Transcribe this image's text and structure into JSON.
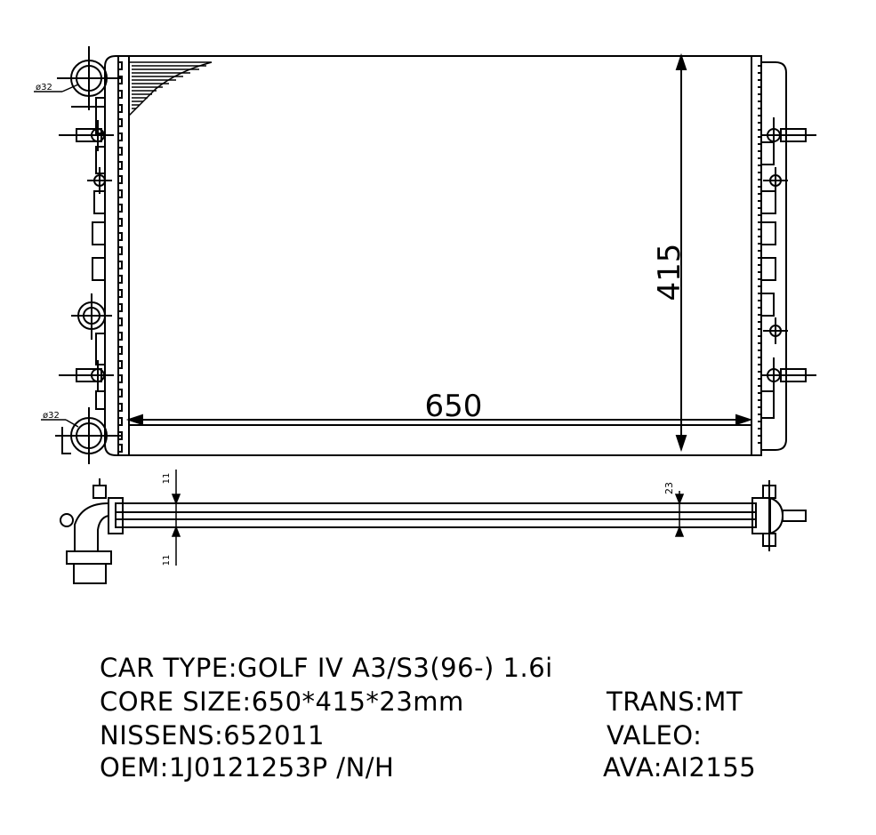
{
  "dimensions": {
    "width_label": "650",
    "height_label": "415",
    "depth_label": "23",
    "flange_label": "11",
    "port_diameter_label": "ø32"
  },
  "specs": {
    "car_type": "CAR TYPE:GOLF IV A3/S3(96-)  1.6i",
    "core_size": "CORE SIZE:650*415*23mm",
    "trans": "TRANS:MT",
    "nissens": "NISSENS:652011",
    "valeo": "VALEO:",
    "oem": "OEM:1J0121253P /N/H",
    "ava": "AVA:AI2155"
  },
  "colors": {
    "line": "#000000",
    "background": "#ffffff"
  }
}
